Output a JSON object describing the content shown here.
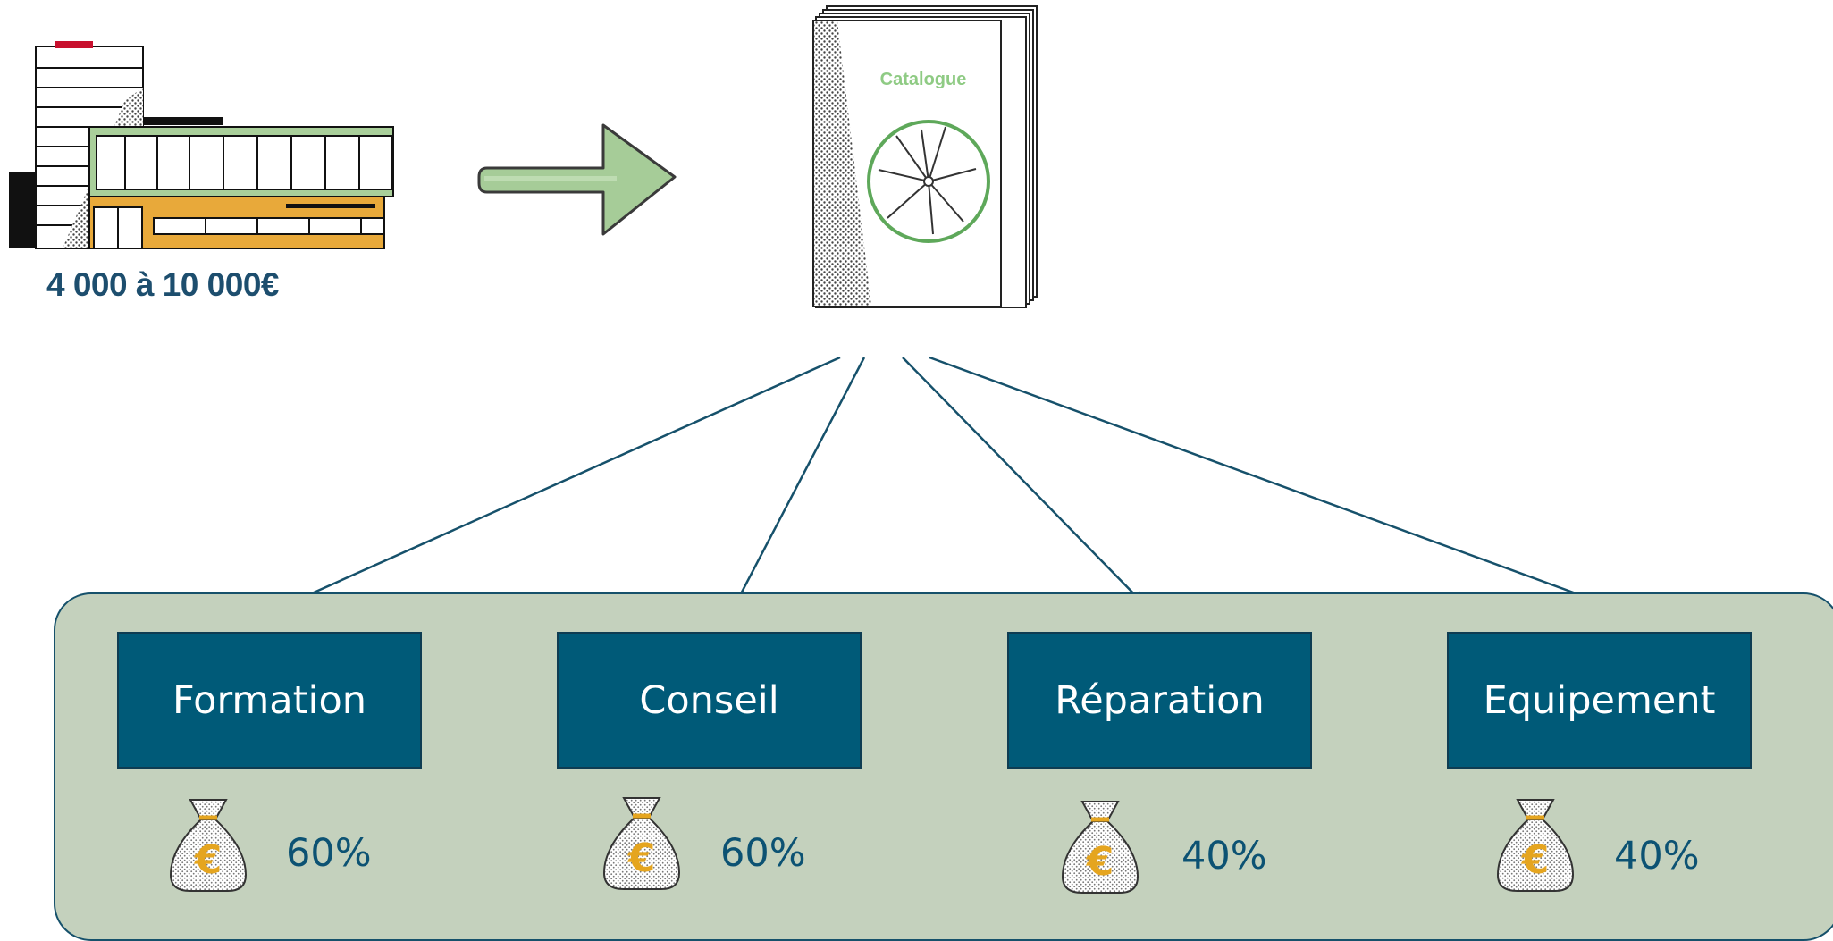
{
  "price_label": "4 000 à 10 000€",
  "catalogue_title": "Catalogue",
  "colors": {
    "box_fill": "#005a78",
    "panel_fill": "#c4d1bd",
    "arrow_green": "#a6cc98",
    "connector": "#16516b",
    "coin_gold": "#e5a51f"
  },
  "services": [
    {
      "label": "Formation",
      "funding": "60%"
    },
    {
      "label": "Conseil",
      "funding": "60%"
    },
    {
      "label": "Réparation",
      "funding": "40%"
    },
    {
      "label": "Equipement",
      "funding": "40%"
    }
  ]
}
